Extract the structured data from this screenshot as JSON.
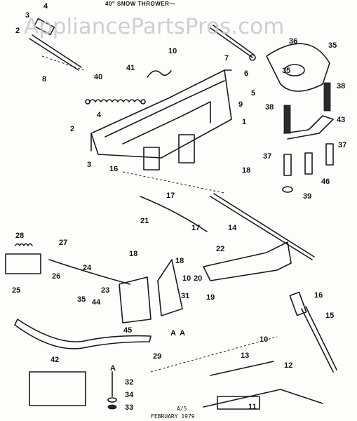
{
  "diagram": {
    "title": "40\" SNOW THROWER—",
    "watermark": "AppliancePartsPros.com",
    "footer_code": "A/5",
    "footer_date": "FEBRUARY 1979",
    "reference_marks": [
      "A",
      "A",
      "A"
    ],
    "labels": [
      "4",
      "3",
      "2",
      "8",
      "10",
      "41",
      "40",
      "7",
      "9",
      "6",
      "5",
      "36",
      "35",
      "35",
      "38",
      "38",
      "43",
      "1",
      "4",
      "2",
      "3",
      "16",
      "18",
      "17",
      "37",
      "37",
      "46",
      "39",
      "21",
      "17",
      "14",
      "28",
      "27",
      "22",
      "26",
      "24",
      "18",
      "18",
      "10",
      "20",
      "19",
      "25",
      "23",
      "35",
      "44",
      "31",
      "45",
      "16",
      "15",
      "42",
      "10",
      "13",
      "29",
      "12",
      "32",
      "34",
      "33",
      "11"
    ]
  }
}
